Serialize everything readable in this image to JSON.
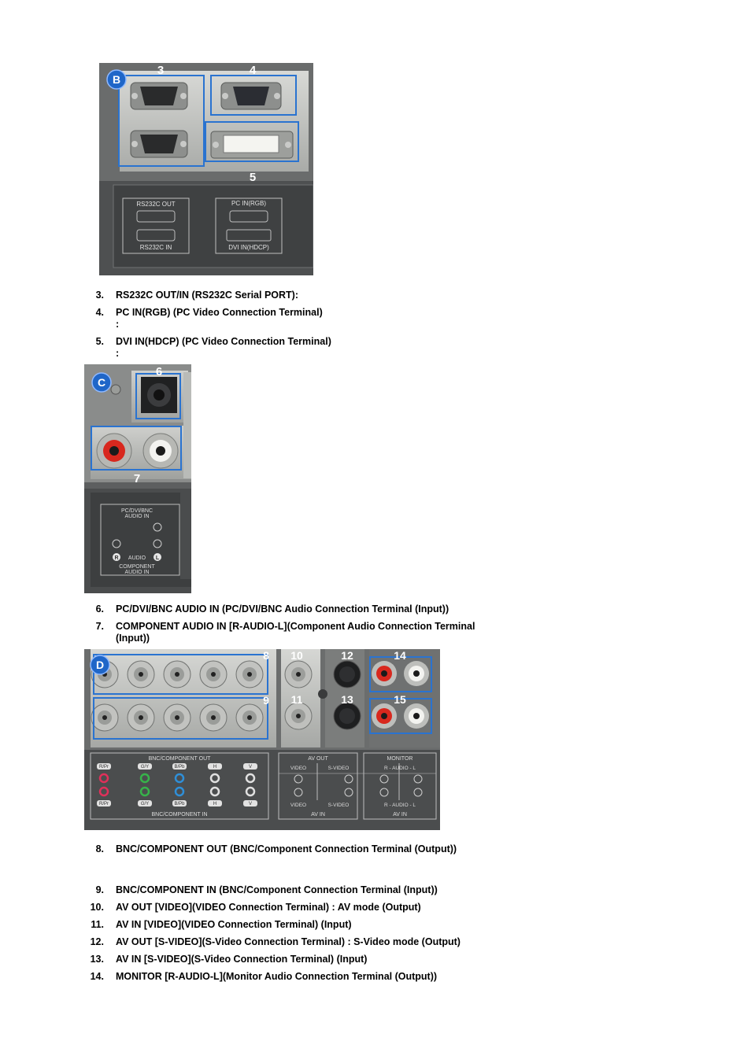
{
  "panel_b": {
    "badge": "B",
    "callouts": [
      "3",
      "4",
      "5"
    ],
    "labels": {
      "rs232c_out": "RS232C OUT",
      "rs232c_in": "RS232C IN",
      "pc_in": "PC IN(RGB)",
      "dvi_in": "DVI IN(HDCP)"
    }
  },
  "list_b": [
    {
      "num": "3.",
      "text": "RS232C OUT/IN (RS232C Serial PORT):"
    },
    {
      "num": "4.",
      "text": "PC IN(RGB) (PC Video Connection Terminal)",
      "sub": ":"
    },
    {
      "num": "5.",
      "text": "DVI IN(HDCP) (PC Video Connection Terminal)",
      "sub": ":"
    }
  ],
  "panel_c": {
    "badge": "C",
    "callouts": [
      "6",
      "7"
    ],
    "labels": {
      "pc_audio_1": "PC/DVI/BNC",
      "pc_audio_2": "AUDIO IN",
      "r": "R",
      "audio": "AUDIO",
      "l": "L",
      "comp_1": "COMPONENT",
      "comp_2": "AUDIO IN"
    }
  },
  "list_c": [
    {
      "num": "6.",
      "text": "PC/DVI/BNC AUDIO IN (PC/DVI/BNC Audio Connection Terminal (Input))"
    },
    {
      "num": "7.",
      "text": "COMPONENT AUDIO IN [R-AUDIO-L](Component Audio Connection Terminal",
      "text2": "(Input))"
    }
  ],
  "panel_d": {
    "badge": "D",
    "callouts": [
      "8",
      "9",
      "10",
      "11",
      "12",
      "13",
      "14",
      "15"
    ],
    "labels": {
      "bnc_out": "BNC/COMPONENT OUT",
      "bnc_in": "BNC/COMPONENT IN",
      "rpr": "R/Pr",
      "gy": "G/Y",
      "bpb": "B/Pb",
      "h": "H",
      "v": "V",
      "av_out": "AV OUT",
      "av_in": "AV IN",
      "video": "VIDEO",
      "svideo": "S-VIDEO",
      "monitor": "MONITOR",
      "r_audio_l": "R - AUDIO - L"
    }
  },
  "list_d": [
    {
      "num": "8.",
      "text": "BNC/COMPONENT OUT (BNC/Component Connection Terminal (Output))"
    },
    {
      "num": "9.",
      "text": "BNC/COMPONENT IN (BNC/Component Connection Terminal (Input))"
    },
    {
      "num": "10.",
      "text": "AV OUT [VIDEO](VIDEO Connection Terminal) : AV mode (Output)"
    },
    {
      "num": "11.",
      "text": "AV IN [VIDEO](VIDEO Connection Terminal) (Input)"
    },
    {
      "num": "12.",
      "text": "AV OUT [S-VIDEO](S-Video Connection Terminal) : S-Video mode (Output)"
    },
    {
      "num": "13.",
      "text": "AV IN [S-VIDEO](S-Video Connection Terminal) (Input)"
    },
    {
      "num": "14.",
      "text": "MONITOR [R-AUDIO-L](Monitor Audio Connection Terminal (Output))"
    }
  ]
}
